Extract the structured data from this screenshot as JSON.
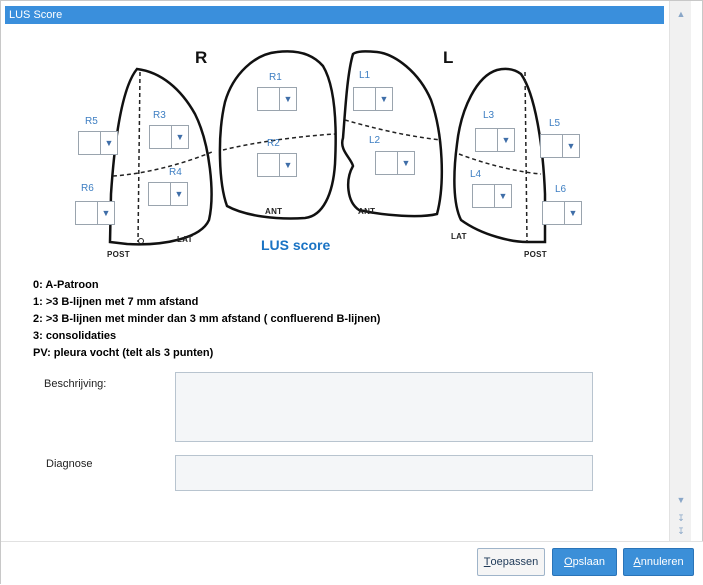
{
  "window": {
    "title": "LUS Score"
  },
  "diagram": {
    "side_right": "R",
    "side_left": "L",
    "title": "LUS score",
    "tags": {
      "post_left": "POST",
      "lat_left": "LAT",
      "ant_left": "ANT",
      "ant_right": "ANT",
      "lat_right": "LAT",
      "post_right": "POST"
    },
    "zones": {
      "R1": "R1",
      "R2": "R2",
      "R3": "R3",
      "R4": "R4",
      "R5": "R5",
      "R6": "R6",
      "L1": "L1",
      "L2": "L2",
      "L3": "L3",
      "L4": "L4",
      "L5": "L5",
      "L6": "L6"
    }
  },
  "legend": [
    "0: A-Patroon",
    "1: >3 B-lijnen met 7 mm afstand",
    "2: >3 B-lijnen  met minder dan 3 mm afstand ( confluerend B-lijnen)",
    "3: consolidaties",
    "PV: pleura vocht (telt als 3 punten)"
  ],
  "form": {
    "beschrijving_label": "Beschrijving:",
    "beschrijving_value": "",
    "diagnose_label": "Diagnose",
    "diagnose_value": ""
  },
  "buttons": {
    "toepassen_u": "T",
    "toepassen_rest": "oepassen",
    "opslaan_u": "O",
    "opslaan_rest": "pslaan",
    "annuleren_u": "A",
    "annuleren_rest": "nnuleren"
  },
  "colors": {
    "titlebar": "#3a8fdc",
    "accent": "#1a73c4",
    "button_blue": "#3b8fd8"
  },
  "icons": [
    "scroll-up-icon",
    "scroll-down-icon",
    "scroll-page-icon",
    "dropdown-arrow-icon"
  ]
}
